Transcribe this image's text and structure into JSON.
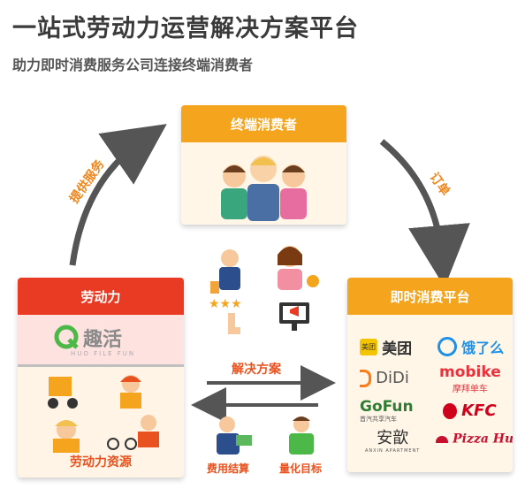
{
  "header": {
    "title": "一站式劳动力运营解决方案平台",
    "subtitle": "助力即时消费服务公司连接终端消费者"
  },
  "consumer_box": {
    "title": "终端消费者"
  },
  "labor_box": {
    "title": "劳动力",
    "brand_name": "趣活",
    "brand_tagline": "HUO FILE FUN",
    "footer": "劳动力资源"
  },
  "platform_box": {
    "title": "即时消费平台",
    "brands": [
      {
        "badge": "美团",
        "name": "美团",
        "color": "#f5c400"
      },
      {
        "name": "饿了么",
        "color": "#1e90e8"
      },
      {
        "name": "DiDi",
        "color": "#ff7a14"
      },
      {
        "name": "mobike",
        "sub": "摩拜单车",
        "color": "#e8323c"
      },
      {
        "name": "GoFun",
        "sub": "首汽共享汽车",
        "color": "#2e7d32"
      },
      {
        "name": "KFC",
        "color": "#d0021b"
      },
      {
        "name": "安歆",
        "sub": "ANXIN APARTMENT",
        "color": "#333333"
      },
      {
        "name": "Pizza Hut",
        "color": "#c8102e"
      }
    ]
  },
  "arrows": {
    "provide_service": "提供服务",
    "orders": "订单",
    "solution": "解决方案"
  },
  "bottom_labels": {
    "settlement": "费用结算",
    "targets": "量化目标"
  },
  "colors": {
    "orange": "#f5a41d",
    "red": "#e93a23",
    "text_orange": "#e9521f",
    "arrow_gray": "#555555"
  }
}
